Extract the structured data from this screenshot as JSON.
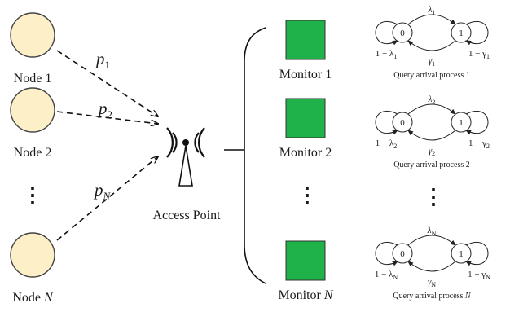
{
  "colors": {
    "node_fill": "#fdf0c8",
    "node_stroke": "#444444",
    "monitor_fill": "#1fb14a",
    "line": "#111111"
  },
  "nodes": [
    {
      "label": "Node 1",
      "prob": "p",
      "sub": "1"
    },
    {
      "label": "Node 2",
      "prob": "p",
      "sub": "2"
    },
    {
      "label": "Node ",
      "label_italic": "N",
      "prob": "p",
      "sub": "N"
    }
  ],
  "vdots": "⋮",
  "access_point": {
    "label": "Access Point",
    "icon": "antenna-tower-icon"
  },
  "monitors": [
    {
      "label": "Monitor 1",
      "label_italic": ""
    },
    {
      "label": "Monitor 2",
      "label_italic": ""
    },
    {
      "label": "Monitor ",
      "label_italic": "N"
    }
  ],
  "markov": [
    {
      "state0": "0",
      "state1": "1",
      "lambda": "λ",
      "gamma": "γ",
      "sub": "1",
      "left_loop": "1 − λ",
      "right_loop": "1 − γ",
      "caption": "Query arrival process 1",
      "caption_italic": ""
    },
    {
      "state0": "0",
      "state1": "1",
      "lambda": "λ",
      "gamma": "γ",
      "sub": "2",
      "left_loop": "1 − λ",
      "right_loop": "1 − γ",
      "caption": "Query arrival process 2",
      "caption_italic": ""
    },
    {
      "state0": "0",
      "state1": "1",
      "lambda": "λ",
      "gamma": "γ",
      "sub": "N",
      "left_loop": "1 − λ",
      "right_loop": "1 − γ",
      "caption": "Query arrival process ",
      "caption_italic": "N"
    }
  ]
}
